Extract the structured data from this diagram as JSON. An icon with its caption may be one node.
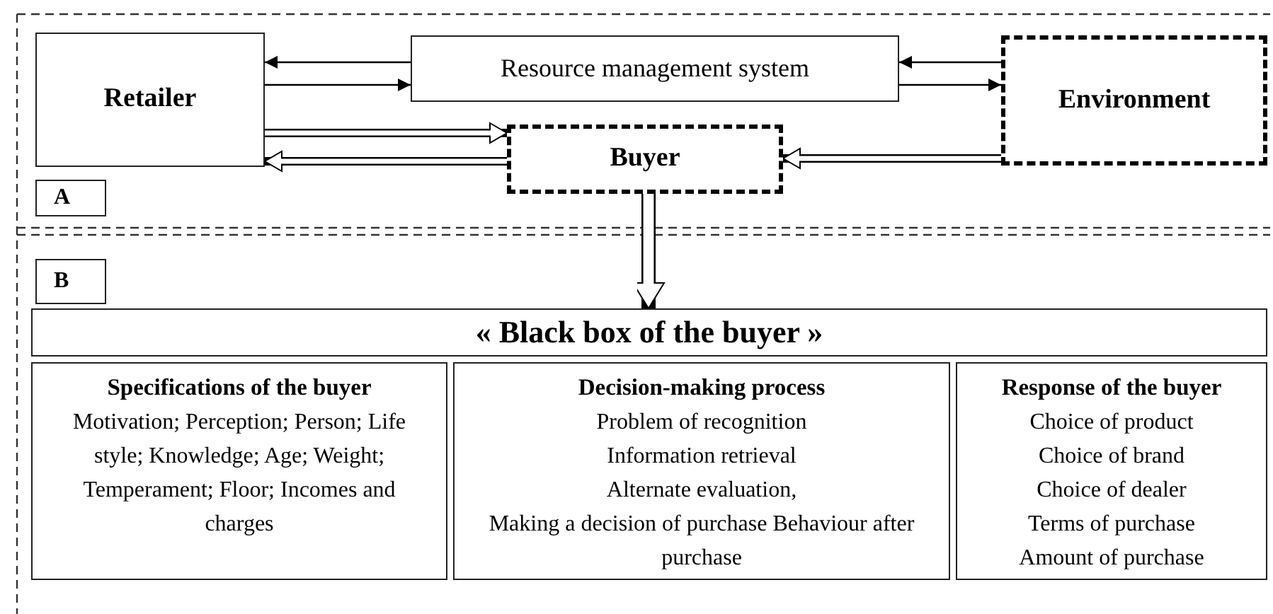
{
  "diagram": {
    "nodes": [
      {
        "text": [
          "Retailer"
        ]
      },
      {
        "text": [
          "Resource management system"
        ]
      },
      {
        "text": [
          "Environment"
        ]
      },
      {
        "text": [
          "Buyer"
        ]
      },
      {
        "text": [
          "A"
        ]
      },
      {
        "text": [
          "B"
        ]
      },
      {
        "text": [
          "« Black box of the buyer »"
        ]
      },
      {
        "text": [
          "Specifications of the buyer",
          "Motivation; Perception; Person; Life style; Knowledge; Age; Weight; Temperament;  Floor; Incomes and charges"
        ]
      },
      {
        "text": [
          "Decision-making process",
          "Problem of recognition",
          "Information retrieval",
          "Alternate evaluation,",
          "Making a decision of purchase Behaviour after purchase"
        ]
      },
      {
        "text": [
          "Response of the buyer",
          "Choice of product",
          "Choice of brand",
          "Choice of dealer",
          "Terms of purchase",
          "Amount of purchase"
        ]
      }
    ],
    "edges": [
      {
        "from": 1,
        "to": 0,
        "arrow": "to"
      },
      {
        "from": 0,
        "to": 1,
        "arrow": "to"
      },
      {
        "from": 2,
        "to": 1,
        "arrow": "to"
      },
      {
        "from": 1,
        "to": 2,
        "arrow": "to"
      },
      {
        "from": 0,
        "to": 3,
        "arrow": "to",
        "style": "thick"
      },
      {
        "from": 3,
        "to": 0,
        "arrow": "to",
        "style": "thick"
      },
      {
        "from": 2,
        "to": 3,
        "arrow": "to",
        "style": "thick"
      },
      {
        "from": 3,
        "to": 6,
        "arrow": "to",
        "style": "thick"
      }
    ]
  }
}
